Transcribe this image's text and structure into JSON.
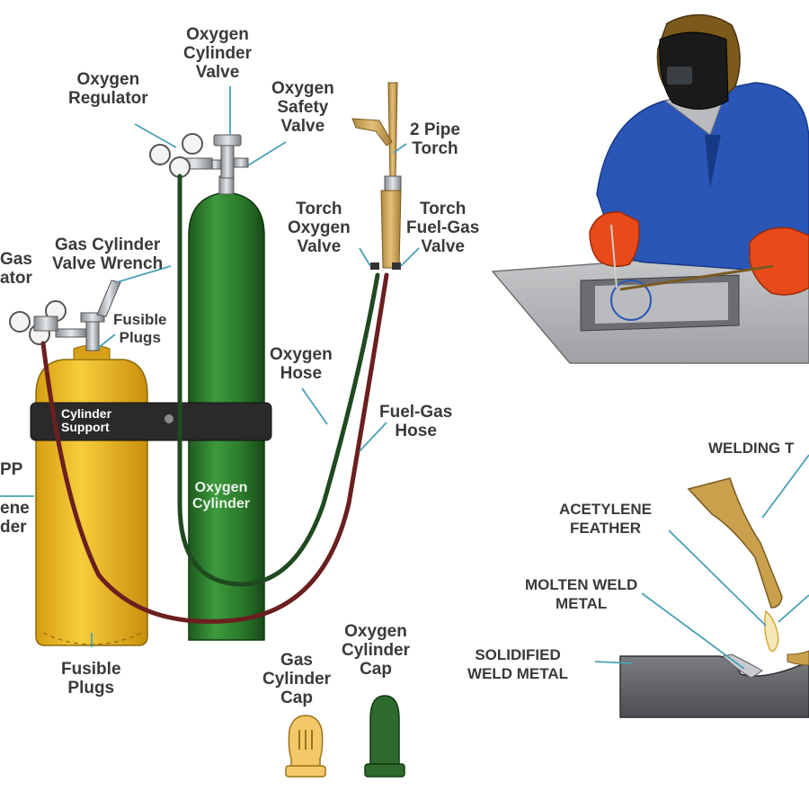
{
  "labels": {
    "oxygen_cylinder_valve": [
      "Oxygen",
      "Cylinder",
      "Valve"
    ],
    "oxygen_regulator": [
      "Oxygen",
      "Regulator"
    ],
    "oxygen_safety_valve": [
      "Oxygen",
      "Safety",
      "Valve"
    ],
    "two_pipe_torch": [
      "2 Pipe",
      "Torch"
    ],
    "torch_oxygen_valve": [
      "Torch",
      "Oxygen",
      "Valve"
    ],
    "torch_fuel_gas_valve": [
      "Torch",
      "Fuel-Gas",
      "Valve"
    ],
    "gas_regulator": [
      "Gas",
      "ator"
    ],
    "gas_cylinder_valve_wrench": [
      "Gas Cylinder",
      "Valve Wrench"
    ],
    "fusible_plugs_top": [
      "Fusible",
      "Plugs"
    ],
    "cylinder_support": [
      "Cylinder",
      "Support"
    ],
    "oxygen_hose": [
      "Oxygen",
      "Hose"
    ],
    "fuel_gas_hose": [
      "Fuel-Gas",
      "Hose"
    ],
    "lpp_cylinder": [
      "PP",
      "ene",
      "der"
    ],
    "oxygen_cylinder": [
      "Oxygen",
      "Cylinder"
    ],
    "fusible_plugs_bottom": [
      "Fusible",
      "Plugs"
    ],
    "gas_cylinder_cap": [
      "Gas",
      "Cylinder",
      "Cap"
    ],
    "oxygen_cylinder_cap": [
      "Oxygen",
      "Cylinder",
      "Cap"
    ],
    "welding_torch": [
      "WELDING T"
    ],
    "acetylene_feather": [
      "ACETYLENE",
      "FEATHER"
    ],
    "molten_weld_metal": [
      "MOLTEN WELD",
      "METAL"
    ],
    "solidified_weld_metal": [
      "SOLIDIFIED",
      "WELD METAL"
    ]
  },
  "colors": {
    "oxygen_green": "#2f7a2f",
    "gas_yellow": "#f2c02a",
    "fuel_hose": "#6b1f1f",
    "oxygen_hose": "#1f4a1f",
    "jacket_blue": "#2a56b8",
    "glove_orange": "#e84a1a"
  }
}
